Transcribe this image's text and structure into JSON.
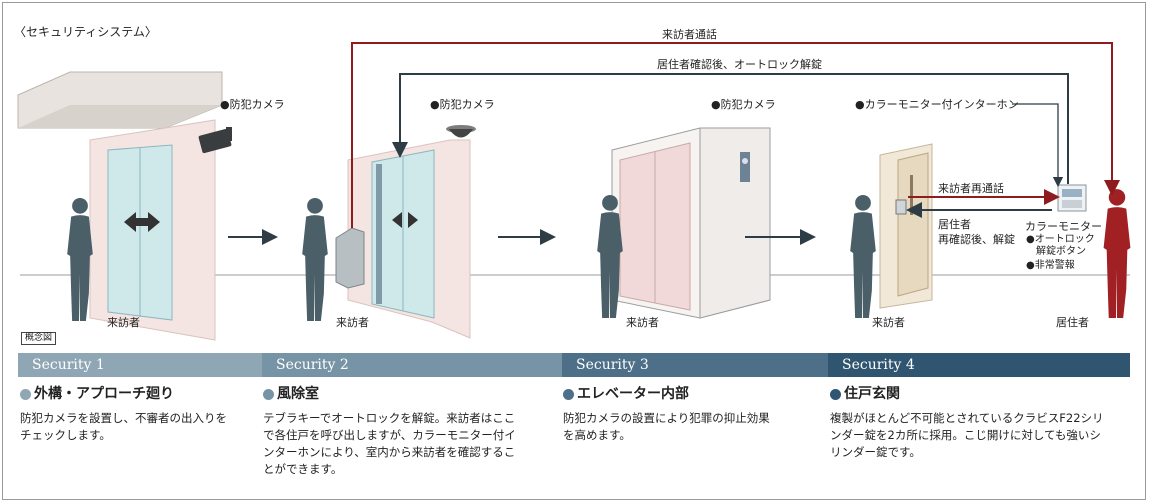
{
  "title": "〈セキュリティシステム〉",
  "concept_label": "概念図",
  "arrows": {
    "visitor_call": "来訪者通話",
    "unlock_after_confirm": "居住者確認後、オートロック解錠",
    "visitor_recall": "来訪者再通話",
    "resident_reconfirm_line1": "居住者",
    "resident_reconfirm_line2": "再確認後、解錠"
  },
  "labels": {
    "camera1": "●防犯カメラ",
    "camera2": "●防犯カメラ",
    "camera3": "●防犯カメラ",
    "intercom": "●カラーモニター付インターホン",
    "visitor1": "来訪者",
    "visitor2": "来訪者",
    "visitor3": "来訪者",
    "visitor4": "来訪者",
    "resident": "居住者",
    "monitor": "カラーモニター",
    "monitor_items": [
      "●オートロック",
      "解錠ボタン",
      "●非常警報"
    ]
  },
  "colors": {
    "red_arrow": "#8e1c1f",
    "dark_arrow": "#2e3c45",
    "person": "#4a5f68",
    "resident": "#a02024"
  },
  "sections": [
    {
      "band": "Security 1",
      "heading": "外構・アプローチ廻り",
      "lines": [
        "防犯カメラを設置し、不審者の出入りを",
        "チェックします。"
      ]
    },
    {
      "band": "Security 2",
      "heading": "風除室",
      "lines": [
        "テブラキーでオートロックを解錠。来訪者はここ",
        "で各住戸を呼び出しますが、カラーモニター付イ",
        "ンターホンにより、室内から来訪者を確認するこ",
        "とができます。"
      ]
    },
    {
      "band": "Security 3",
      "heading": "エレベーター内部",
      "lines": [
        "防犯カメラの設置により犯罪の抑止効果",
        "を高めます。"
      ]
    },
    {
      "band": "Security 4",
      "heading": "住戸玄関",
      "lines": [
        "複製がほとんど不可能とされているクラビスF22シリ",
        "ンダー錠を2カ所に採用。こじ開けに対しても強いシ",
        "リンダー錠です。"
      ]
    }
  ]
}
